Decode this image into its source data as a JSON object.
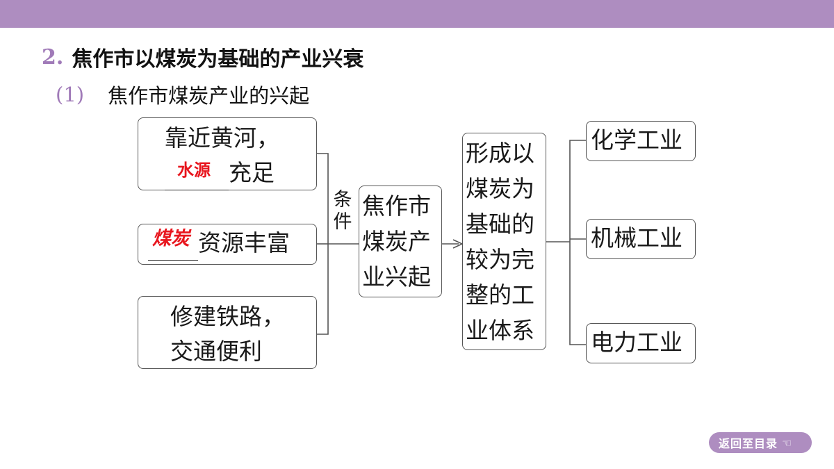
{
  "heading": {
    "number": "2.",
    "title": "焦作市以煤炭为基础的产业兴衰"
  },
  "subheading": {
    "number": "(1)",
    "title": "焦作市煤炭产业的兴起"
  },
  "conditions": [
    {
      "line1": "靠近黄河，",
      "answer": "水源",
      "suffix": "充足"
    },
    {
      "answer": "煤炭",
      "suffix": "资源丰富"
    },
    {
      "line1": "修建铁路，",
      "line2": "交通便利"
    }
  ],
  "connector_label": [
    "条",
    "件"
  ],
  "center_box": [
    "焦作市",
    "煤炭产",
    "业兴起"
  ],
  "result_box": [
    "形成以",
    "煤炭为",
    "基础的",
    "较为完",
    "整的工",
    "业体系"
  ],
  "industries": [
    "化学工业",
    "机械工业",
    "电力工业"
  ],
  "footer": {
    "back_label": "返回至目录"
  },
  "colors": {
    "accent": "#ae8dc0",
    "answer": "#e8161e"
  }
}
